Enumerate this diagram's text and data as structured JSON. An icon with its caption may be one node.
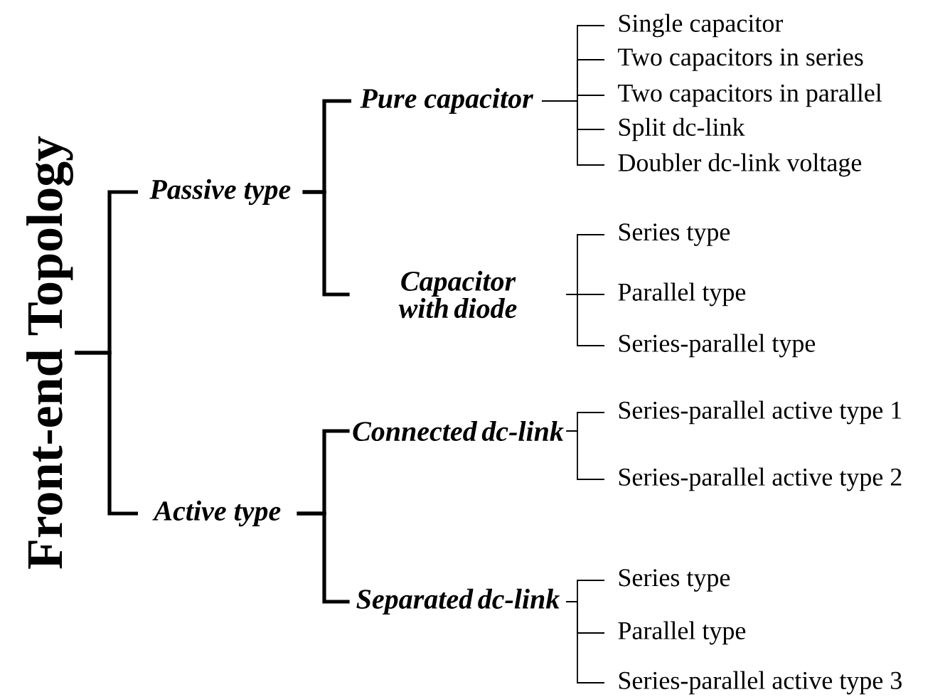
{
  "diagram": {
    "nodes": [
      {
        "text": [
          "Front-end Topology"
        ]
      },
      {
        "text": [
          "Passive type"
        ]
      },
      {
        "text": [
          "Pure capacitor"
        ]
      },
      {
        "text": [
          "Single capacitor"
        ]
      },
      {
        "text": [
          "Two capacitors in series"
        ]
      },
      {
        "text": [
          "Two capacitors in parallel"
        ]
      },
      {
        "text": [
          "Split dc-link"
        ]
      },
      {
        "text": [
          "Doubler dc-link voltage"
        ]
      },
      {
        "text": [
          "Capacitor with diode"
        ]
      },
      {
        "text": [
          "Series type"
        ]
      },
      {
        "text": [
          "Parallel type"
        ]
      },
      {
        "text": [
          "Series-parallel type"
        ]
      },
      {
        "text": [
          "Active type"
        ]
      },
      {
        "text": [
          "Connected dc-link"
        ]
      },
      {
        "text": [
          "Series-parallel active type 1"
        ]
      },
      {
        "text": [
          "Series-parallel active type 2"
        ]
      },
      {
        "text": [
          "Separated dc-link"
        ]
      },
      {
        "text": [
          "Series type"
        ]
      },
      {
        "text": [
          "Parallel type"
        ]
      },
      {
        "text": [
          "Series-parallel active type 3"
        ]
      }
    ],
    "edges": [
      {
        "from": 0,
        "to": 1,
        "arrow": "none",
        "style": "thick"
      },
      {
        "from": 0,
        "to": 12,
        "arrow": "none",
        "style": "thick"
      },
      {
        "from": 1,
        "to": 2,
        "arrow": "none",
        "style": "thick"
      },
      {
        "from": 1,
        "to": 8,
        "arrow": "none",
        "style": "thick"
      },
      {
        "from": 2,
        "to": 3,
        "arrow": "none"
      },
      {
        "from": 2,
        "to": 4,
        "arrow": "none"
      },
      {
        "from": 2,
        "to": 5,
        "arrow": "none"
      },
      {
        "from": 2,
        "to": 6,
        "arrow": "none"
      },
      {
        "from": 2,
        "to": 7,
        "arrow": "none"
      },
      {
        "from": 8,
        "to": 9,
        "arrow": "none"
      },
      {
        "from": 8,
        "to": 10,
        "arrow": "none"
      },
      {
        "from": 8,
        "to": 11,
        "arrow": "none"
      },
      {
        "from": 12,
        "to": 13,
        "arrow": "none",
        "style": "thick"
      },
      {
        "from": 12,
        "to": 16,
        "arrow": "none",
        "style": "thick"
      },
      {
        "from": 13,
        "to": 14,
        "arrow": "none"
      },
      {
        "from": 13,
        "to": 15,
        "arrow": "none"
      },
      {
        "from": 16,
        "to": 17,
        "arrow": "none"
      },
      {
        "from": 16,
        "to": 18,
        "arrow": "none"
      },
      {
        "from": 16,
        "to": 19,
        "arrow": "none"
      }
    ]
  }
}
